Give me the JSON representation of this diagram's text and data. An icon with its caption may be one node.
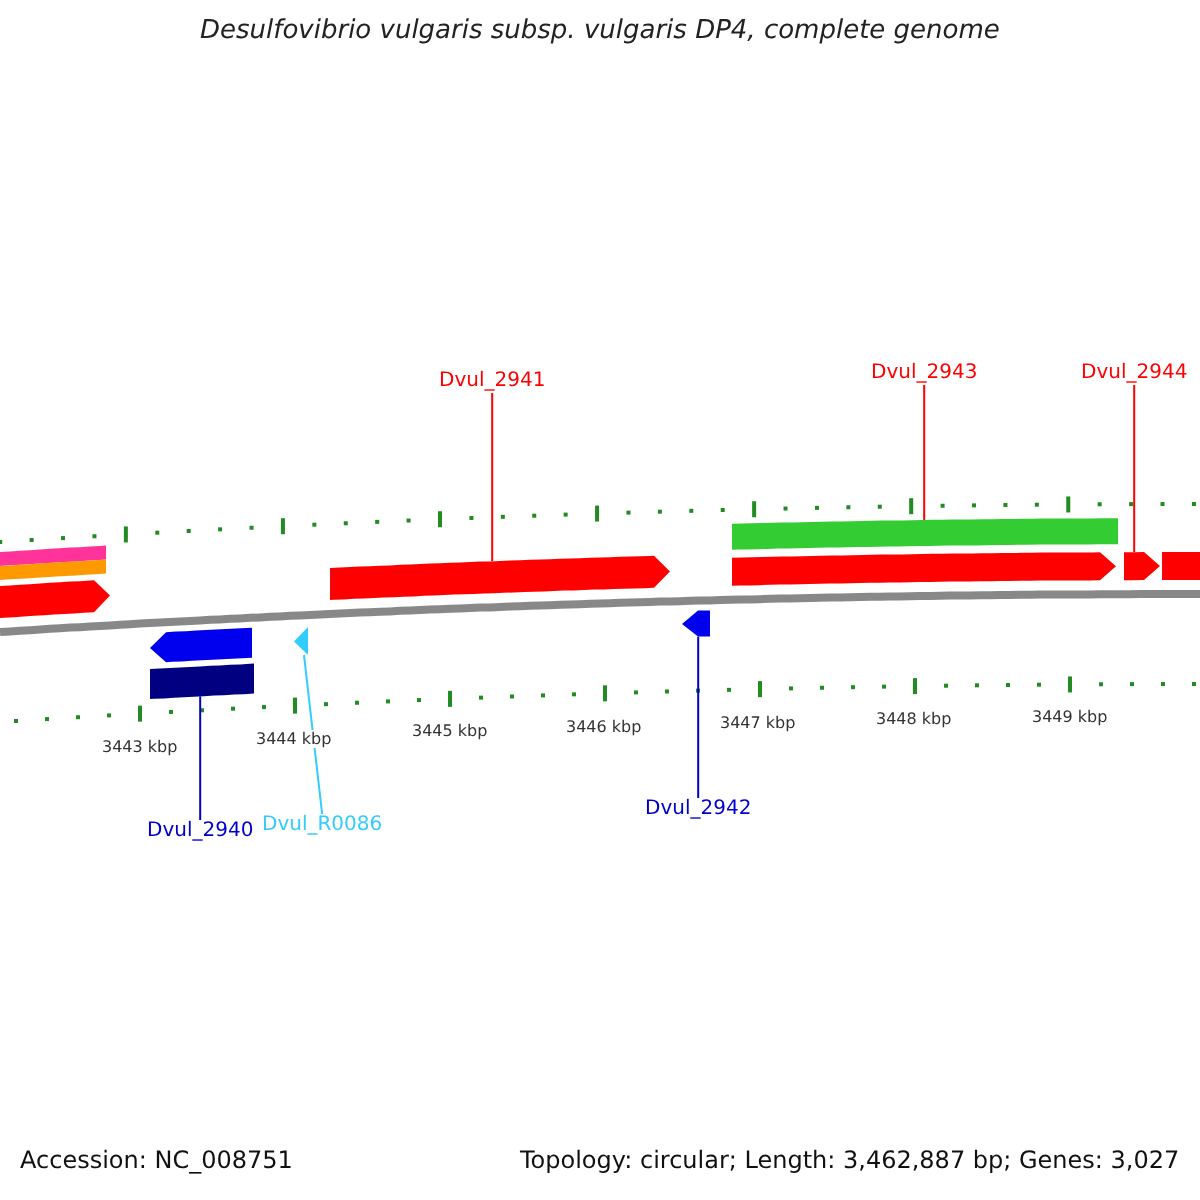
{
  "diagram": {
    "title": "Desulfovibrio vulgaris subsp. vulgaris DP4, complete genome",
    "nodes": [
      {
        "text": [
          "Dvul_2941"
        ]
      },
      {
        "text": [
          "Dvul_2943"
        ]
      },
      {
        "text": [
          "Dvul_2944"
        ]
      },
      {
        "text": [],
        "shape": "bar"
      },
      {
        "text": [],
        "shape": "bar"
      },
      {
        "text": [],
        "shape": "arrow"
      },
      {
        "text": [],
        "shape": "arrow"
      },
      {
        "text": [],
        "shape": "bar"
      },
      {
        "text": [],
        "shape": "arrow"
      },
      {
        "text": [],
        "shape": "arrow"
      },
      {
        "text": [],
        "shape": "bar"
      },
      {
        "text": [],
        "shape": "arrow"
      },
      {
        "text": [],
        "shape": "bar"
      },
      {
        "text": [],
        "shape": "arrow"
      },
      {
        "text": [],
        "shape": "arrow"
      },
      {
        "text": [
          "Dvul_2940"
        ]
      },
      {
        "text": [
          "Dvul_R0086"
        ]
      },
      {
        "text": [
          "Dvul_2942"
        ]
      }
    ],
    "edges": [
      {
        "from": 0,
        "to": 6,
        "arrow": "none"
      },
      {
        "from": 1,
        "to": 7,
        "arrow": "none"
      },
      {
        "from": 2,
        "to": 9,
        "arrow": "none"
      },
      {
        "from": 15,
        "to": 12,
        "arrow": "none",
        "color": "#0000cc"
      },
      {
        "from": 16,
        "to": 13,
        "arrow": "none",
        "color": "#33ccff"
      },
      {
        "from": 17,
        "to": 14,
        "arrow": "none",
        "color": "#0000cc"
      }
    ],
    "labels": [
      "3443 kbp",
      "3444 kbp",
      "3445 kbp",
      "3446 kbp",
      "3447 kbp",
      "3448 kbp",
      "3449 kbp",
      "Accession: NC_008751",
      "Topology: circular; Length: 3,462,887 bp; Genes: 3,027"
    ]
  }
}
